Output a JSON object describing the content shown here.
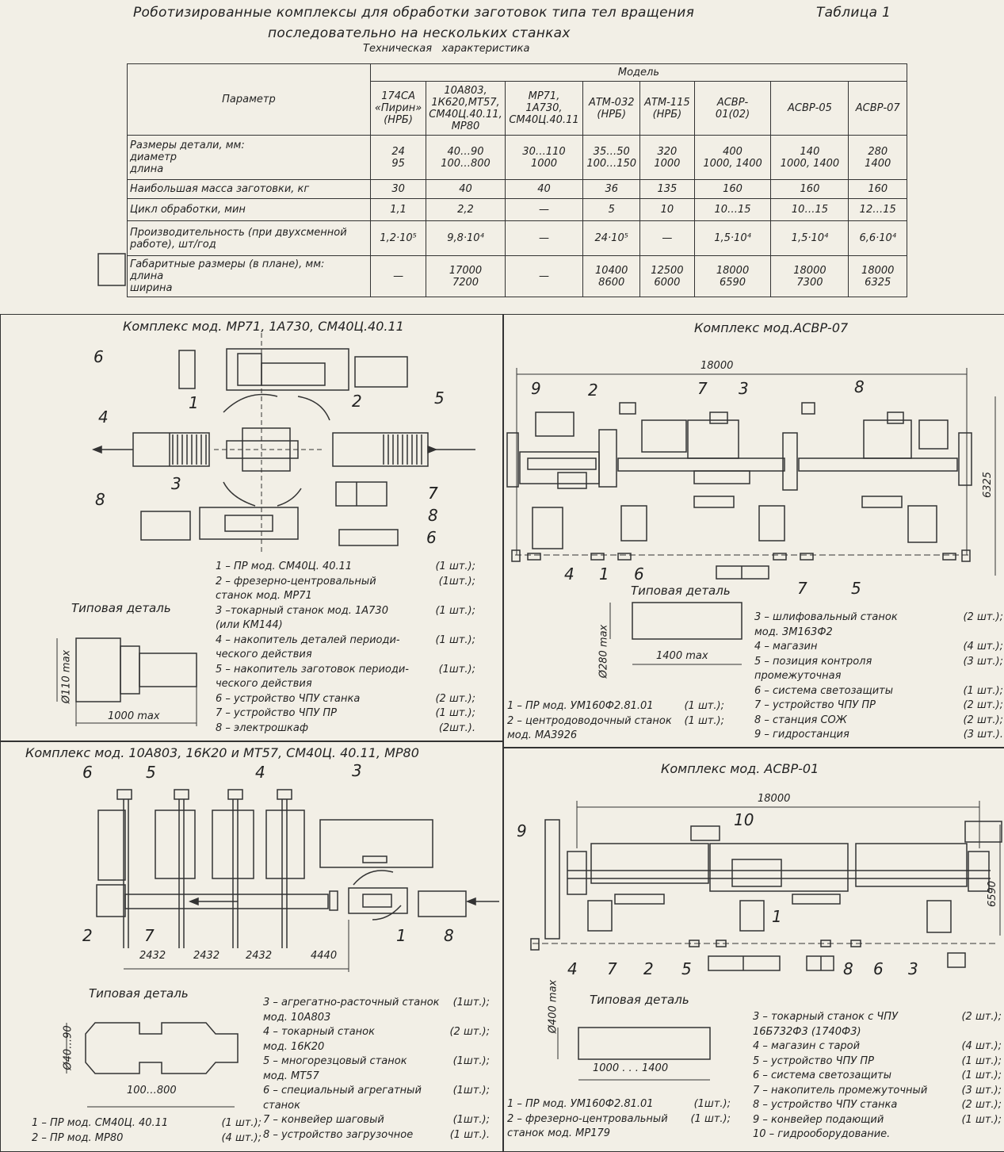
{
  "header": {
    "title_line1": "Роботизированные комплексы для обработки заготовок типа тел вращения",
    "title_line2": "последовательно на нескольких станках",
    "table_no": "Таблица 1",
    "subtitle": "Техническая   характеристика"
  },
  "table": {
    "param_header": "Параметр",
    "model_header": "Модель",
    "models": [
      "174СА\n«Пирин»\n(НРБ)",
      "10А803,\n1К620,МТ57,\nСМ40Ц.40.11,\nМР80",
      "МР71,\n1А730,\nСМ40Ц.40.11",
      "АТМ-032\n(НРБ)",
      "АТМ-115\n(НРБ)",
      "АСВР-\n01(02)",
      "АСВР-05",
      "АСВР-07"
    ],
    "rows": [
      {
        "param": "Размеры детали, мм:\nдиаметр\nдлина",
        "values": [
          "24\n95",
          "40…90\n100…800",
          "30…110\n1000",
          "35…50\n100…150",
          "320\n1000",
          "400\n1000, 1400",
          "140\n1000, 1400",
          "280\n1400"
        ]
      },
      {
        "param": "Наибольшая масса заготовки, кг",
        "values": [
          "30",
          "40",
          "40",
          "36",
          "135",
          "160",
          "160",
          "160"
        ]
      },
      {
        "param": "Цикл обработки, мин",
        "values": [
          "1,1",
          "2,2",
          "—",
          "5",
          "10",
          "10…15",
          "10…15",
          "12…15"
        ]
      },
      {
        "param": "Производительность (при двухсменной\nработе), шт/год",
        "values": [
          "1,2·10⁵",
          "9,8·10⁴",
          "—",
          "24·10⁵",
          "—",
          "1,5·10⁴",
          "1,5·10⁴",
          "6,6·10⁴"
        ]
      },
      {
        "param": "Габаритные размеры (в плане), мм:\nдлина\nширина",
        "values": [
          "—",
          "17000\n7200",
          "—",
          "10400\n8600",
          "12500\n6000",
          "18000\n6590",
          "18000\n7300",
          "18000\n6325"
        ]
      }
    ]
  },
  "panel1": {
    "title": "Комплекс мод. МР71, 1А730, СМ40Ц.40.11",
    "typical": "Типовая деталь",
    "dim_d": "Ø110 max",
    "dim_l": "1000 max",
    "legend": [
      {
        "t": "1 – ПР мод. СМ40Ц. 40.11",
        "q": "(1 шт.);"
      },
      {
        "t": "2 – фрезерно-центровальный\n      станок мод. МР71",
        "q": "(1шт.);"
      },
      {
        "t": "3 –токарный станок мод. 1А730\n      (или КМ144)",
        "q": "(1 шт.);"
      },
      {
        "t": "4 – накопитель деталей периоди-\n      ческого действия",
        "q": "(1 шт.);"
      },
      {
        "t": "5 – накопитель заготовок периоди-\n      ческого действия",
        "q": "(1шт.);"
      },
      {
        "t": "6 – устройство ЧПУ станка",
        "q": "(2 шт.);"
      },
      {
        "t": "7 – устройство ЧПУ ПР",
        "q": "(1 шт.);"
      },
      {
        "t": "8 – электрошкаф",
        "q": "(2шт.)."
      }
    ]
  },
  "panel2": {
    "title": "Комплекс мод.АСВР-07",
    "dim_len": "18000",
    "dim_w": "6325",
    "typical": "Типовая деталь",
    "dim_d": "Ø280 max",
    "dim_l": "1400 max",
    "legend_left": [
      {
        "t": "1 – ПР мод. УМ160Ф2.81.01",
        "q": "(1 шт.);"
      },
      {
        "t": "2 – центродоводочный станок\n      мод. МА3926",
        "q": "(1 шт.);"
      }
    ],
    "legend_right": [
      {
        "t": "3 – шлифовальный станок\n      мод. 3М163Ф2",
        "q": "(2 шт.);"
      },
      {
        "t": "4 – магазин",
        "q": "(4 шт.);"
      },
      {
        "t": "5 – позиция контроля\n      промежуточная",
        "q": "(3 шт.);"
      },
      {
        "t": "6 – система светозащиты",
        "q": "(1 шт.);"
      },
      {
        "t": "7 – устройство ЧПУ ПР",
        "q": "(2 шт.);"
      },
      {
        "t": "8 – станция СОЖ",
        "q": "(2 шт.);"
      },
      {
        "t": "9 – гидростанция",
        "q": "(3 шт.)."
      }
    ]
  },
  "panel3": {
    "title": "Комплекс мод. 10А803, 16К20 и МТ57, СМ40Ц. 40.11, МР80",
    "dims": [
      "2432",
      "2432",
      "2432",
      "4440"
    ],
    "typical": "Типовая деталь",
    "dim_d": "Ø40…90",
    "dim_l": "100…800",
    "legend_left": [
      {
        "t": "1 – ПР  мод.  СМ40Ц. 40.11",
        "q": "(1 шт.);"
      },
      {
        "t": "2 – ПР  мод.  МР80",
        "q": "(4 шт.);"
      }
    ],
    "legend_right": [
      {
        "t": "3 – агрегатно-расточный станок\n      мод. 10А803",
        "q": "(1шт.);"
      },
      {
        "t": "4 – токарный станок\n      мод. 16К20",
        "q": "(2 шт.);"
      },
      {
        "t": "5 – многорезцовый станок\n                      мод. МТ57",
        "q": "(1шт.);"
      },
      {
        "t": "6 – специальный агрегатный\n      станок",
        "q": "(1шт.);"
      },
      {
        "t": "7 – конвейер  шаговый",
        "q": "(1шт.);"
      },
      {
        "t": "8 – устройство загрузочное",
        "q": "(1 шт.)."
      }
    ]
  },
  "panel4": {
    "title": "Комплекс мод. АСВР-01",
    "dim_len": "18000",
    "dim_w": "6590",
    "typical": "Типовая деталь",
    "dim_d": "Ø400 max",
    "dim_l": "1000 . . . 1400",
    "legend_left": [
      {
        "t": "1 – ПР мод. УМ160Ф2.81.01",
        "q": "(1шт.);"
      },
      {
        "t": "2 – фрезерно-центровальный\n      станок мод. МР179",
        "q": "(1 шт.);"
      }
    ],
    "legend_right": [
      {
        "t": "3 – токарный станок с ЧПУ\n      16Б732Ф3 (1740Ф3)",
        "q": "(2 шт.);"
      },
      {
        "t": "4 – магазин с тарой",
        "q": "(4 шт.);"
      },
      {
        "t": "5 – устройство ЧПУ ПР",
        "q": "(1 шт.);"
      },
      {
        "t": "6 – система светозащиты",
        "q": "(1 шт.);"
      },
      {
        "t": "7 – накопитель промежуточный",
        "q": "(3 шт.);"
      },
      {
        "t": "8 – устройство ЧПУ станка",
        "q": "(2 шт.);"
      },
      {
        "t": "9 – конвейер подающий",
        "q": "(1 шт.);"
      },
      {
        "t": "10 – гидрооборудование.",
        "q": ""
      }
    ]
  },
  "callouts": {
    "p1": [
      "1",
      "2",
      "3",
      "4",
      "5",
      "6",
      "7",
      "8",
      "6",
      "7",
      "8"
    ],
    "p2": [
      "9",
      "2",
      "7",
      "3",
      "8",
      "4",
      "1",
      "6",
      "7",
      "5"
    ],
    "p3": [
      "6",
      "5",
      "4",
      "3",
      "2",
      "7",
      "1",
      "8"
    ],
    "p4": [
      "10",
      "9",
      "1",
      "4",
      "7",
      "2",
      "5",
      "8",
      "6",
      "3"
    ]
  }
}
